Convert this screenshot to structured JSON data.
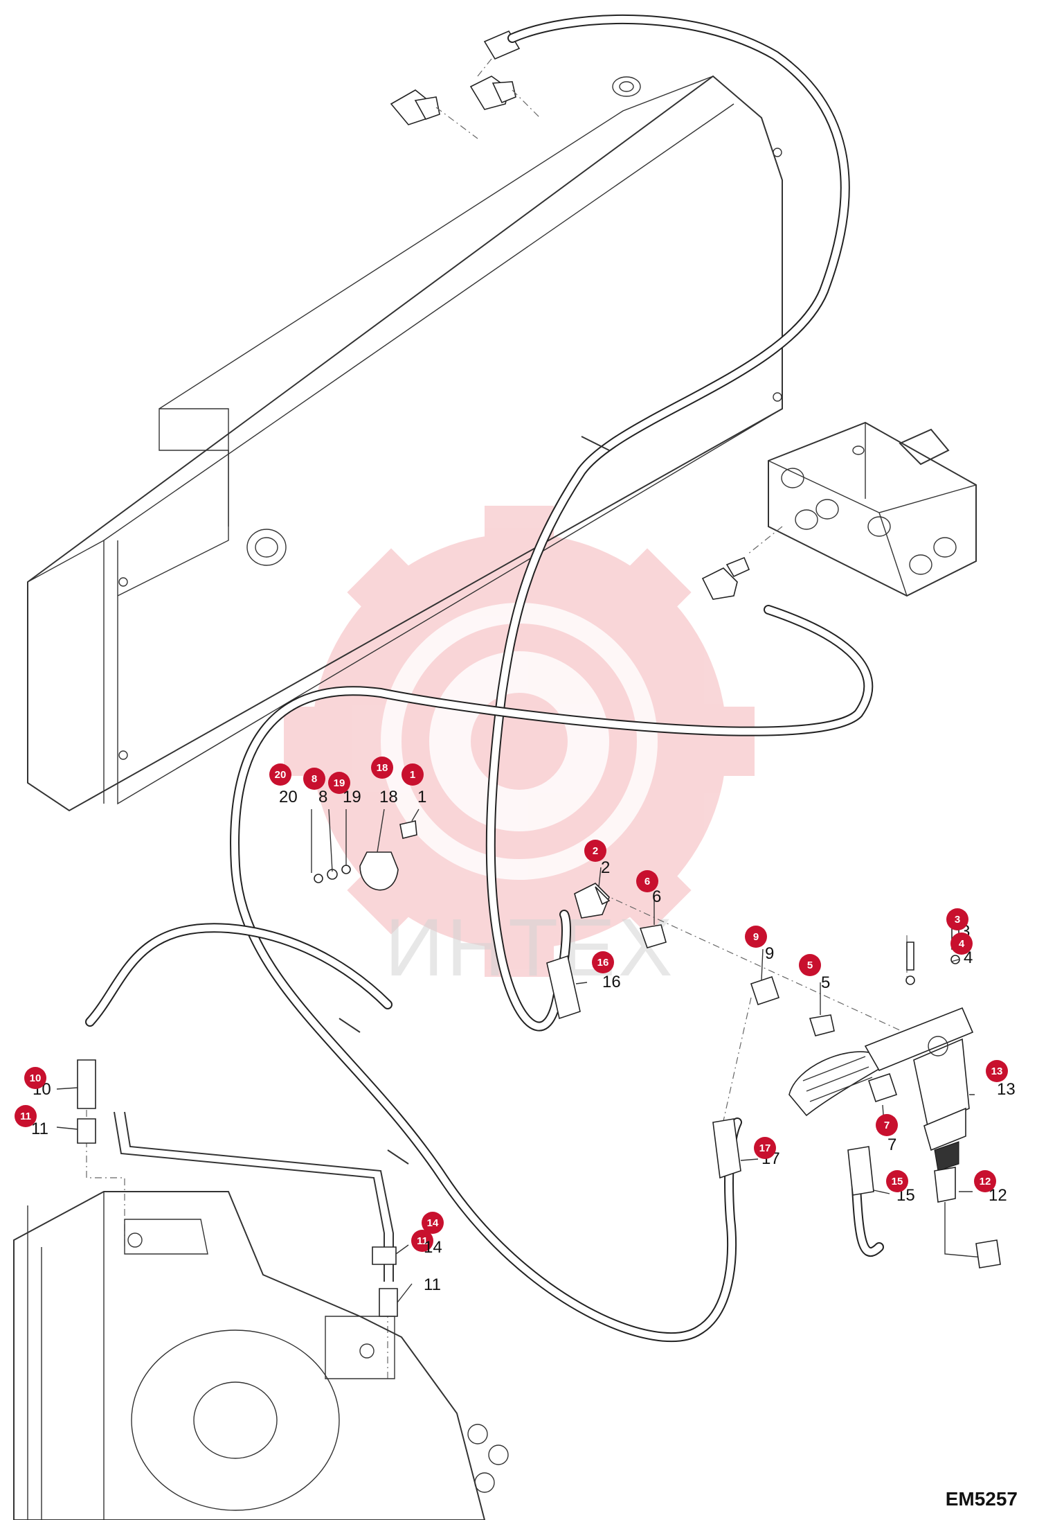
{
  "diagram": {
    "drawing_code": "EM5257",
    "watermark_text": "ИНТЕХ",
    "accent_color": "#c8102e",
    "callouts": [
      {
        "badge": "1",
        "label": "1"
      },
      {
        "badge": "2",
        "label": "2"
      },
      {
        "badge": "3",
        "label": "3"
      },
      {
        "badge": "4",
        "label": "4"
      },
      {
        "badge": "5",
        "label": "5"
      },
      {
        "badge": "6",
        "label": "6"
      },
      {
        "badge": "7",
        "label": "7"
      },
      {
        "badge": "8",
        "label": "8"
      },
      {
        "badge": "9",
        "label": "9"
      },
      {
        "badge": "10",
        "label": "10"
      },
      {
        "badge": "11",
        "label": "11"
      },
      {
        "badge": "11",
        "label": "11"
      },
      {
        "badge": "12",
        "label": "12"
      },
      {
        "badge": "13",
        "label": "13"
      },
      {
        "badge": "14",
        "label": "14"
      },
      {
        "badge": "15",
        "label": "15"
      },
      {
        "badge": "16",
        "label": "16"
      },
      {
        "badge": "17",
        "label": "17"
      },
      {
        "badge": "18",
        "label": "18"
      },
      {
        "badge": "19",
        "label": "19"
      },
      {
        "badge": "20",
        "label": "20"
      }
    ]
  }
}
